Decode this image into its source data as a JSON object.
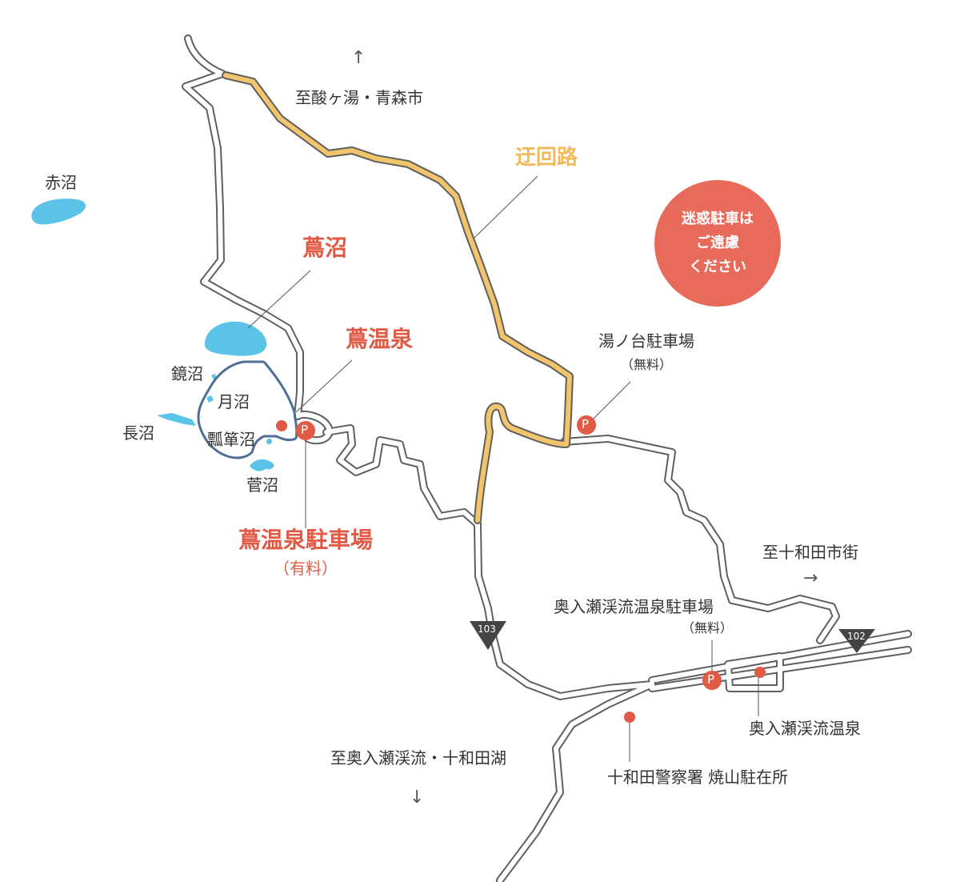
{
  "colors": {
    "road_outline": "#5f5f5f",
    "detour": "#f2c46b",
    "lake": "#5bc4e6",
    "trail": "#4f6f96",
    "accent_red": "#e05a45",
    "notice_circle": "#e86a5a"
  },
  "labels": {
    "north_direction": "至酸ヶ湯・青森市",
    "akanuma": "赤沼",
    "detour": "迂回路",
    "tsutanuma": "蔦沼",
    "tsuta_onsen": "蔦温泉",
    "kagaminuma": "鏡沼",
    "tsukinuma": "月沼",
    "naganuma": "長沼",
    "hyotannuma": "瓢箪沼",
    "suganuma": "菅沼",
    "tsuta_parking": "蔦温泉駐車場",
    "tsuta_parking_fee": "（有料）",
    "yunodai_parking": "湯ノ台駐車場",
    "yunodai_parking_fee": "（無料）",
    "east_direction": "至十和田市街",
    "oirase_parking": "奥入瀬渓流温泉駐車場",
    "oirase_parking_fee": "（無料）",
    "oirase_onsen": "奥入瀬渓流温泉",
    "police_box": "十和田警察署 焼山駐在所",
    "south_direction": "至奥入瀬渓流・十和田湖",
    "route_103": "103",
    "route_102": "102",
    "parking_symbol": "P"
  },
  "notice": {
    "line1": "迷惑駐車は",
    "line2": "ご遠慮",
    "line3": "ください"
  },
  "icons": {
    "north_arrow": "arrow-up-icon",
    "east_arrow": "arrow-right-icon",
    "south_arrow": "arrow-down-icon",
    "parking": "parking-icon",
    "route_marker": "route-shield-icon",
    "poi": "red-dot-icon"
  }
}
